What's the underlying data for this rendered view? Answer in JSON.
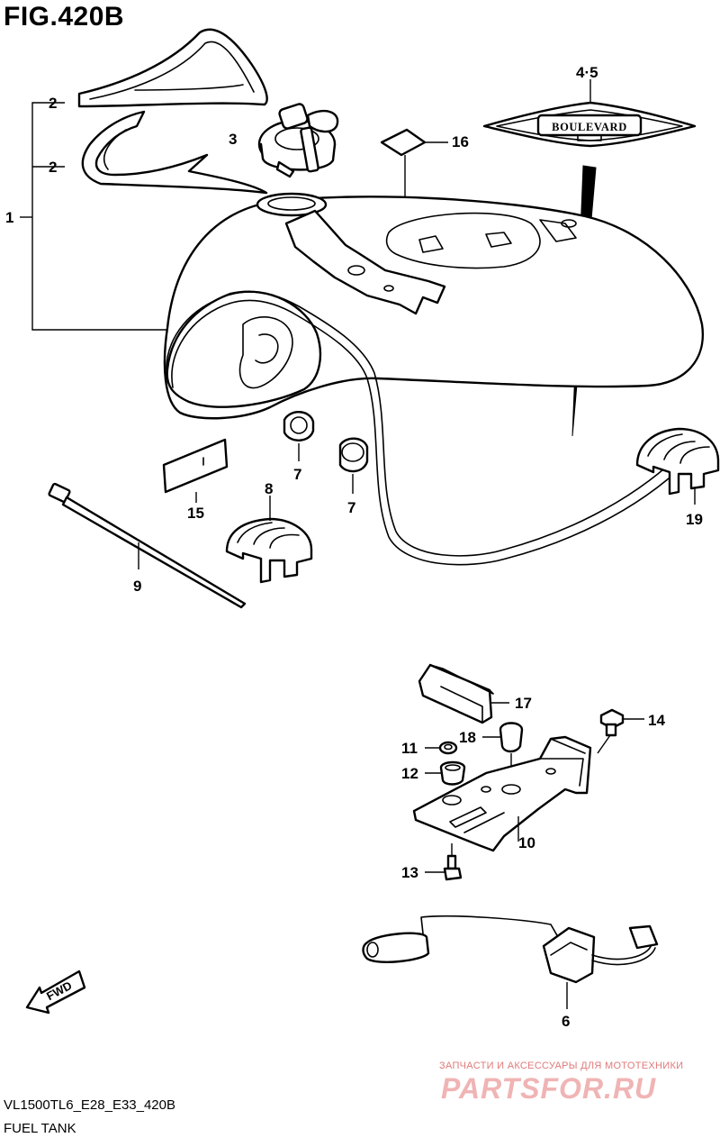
{
  "figure": {
    "title": "FIG.420B",
    "code": "VL1500TL6_E28_E33_420B",
    "name": "FUEL TANK"
  },
  "emblem_text": "BOULEVARD",
  "direction_label": "FWD",
  "watermark": {
    "tagline": "ЗАПЧАСТИ И АКСЕССУАРЫ ДЛЯ МОТОТЕХНИКИ",
    "logo": "PARTSFOR.RU"
  },
  "callouts": [
    "1",
    "2",
    "2",
    "3",
    "4·5",
    "16",
    "7",
    "7",
    "8",
    "9",
    "15",
    "19",
    "17",
    "14",
    "11",
    "18",
    "12",
    "10",
    "13",
    "6"
  ],
  "colors": {
    "line": "#000000",
    "background": "#ffffff",
    "watermark": "#e07a7a"
  }
}
